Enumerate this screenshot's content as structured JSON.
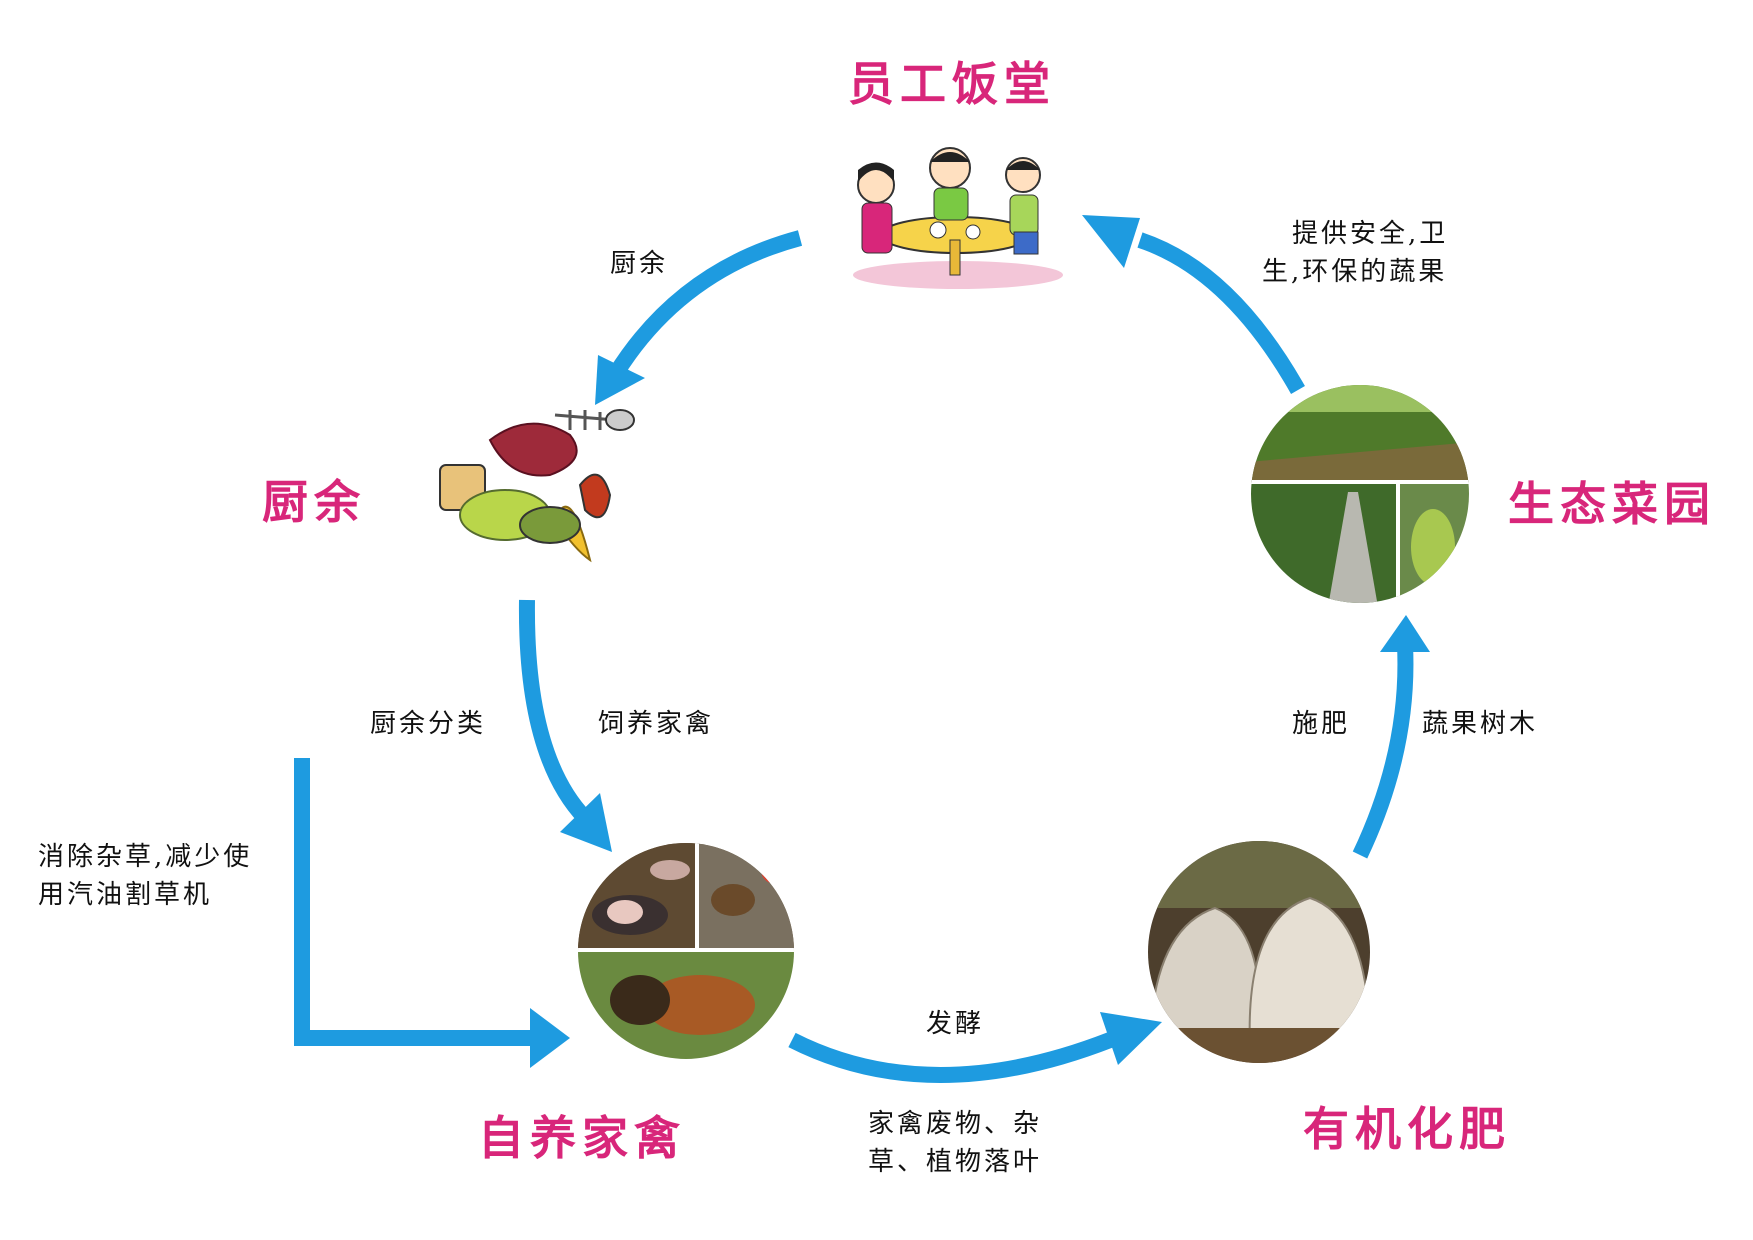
{
  "nodes": {
    "canteen": "员工饭堂",
    "kitchen_waste": "厨余",
    "livestock": "自养家禽",
    "fertilizer": "有机化肥",
    "garden": "生态菜园"
  },
  "edges": {
    "canteen_to_waste": "厨余",
    "sorting": "厨余分类",
    "feeding": "饲养家禽",
    "weeding": [
      "消除杂草,减少使",
      "用汽油割草机"
    ],
    "ferment": "发酵",
    "ferment_inputs": [
      "家禽废物、杂",
      "草、植物落叶"
    ],
    "fertilize": "施肥",
    "fruit_trees": "蔬果树木",
    "supply": [
      "提供安全,卫",
      "生,环保的蔬果"
    ]
  },
  "colors": {
    "arrow": "#1e9be0",
    "title": "#d8267a",
    "text": "#111111"
  }
}
